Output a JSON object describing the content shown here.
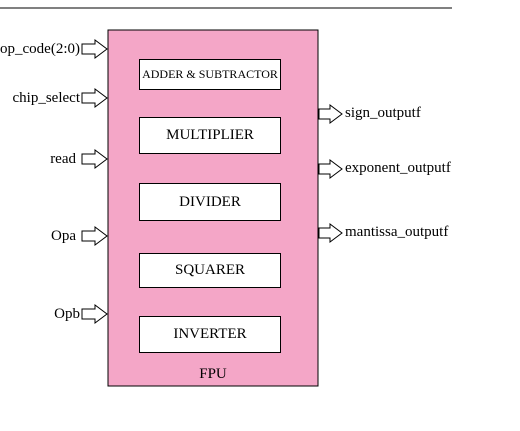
{
  "colors": {
    "fpu_fill": "#f4a6c7",
    "line": "#000000",
    "unit_fill": "#ffffff"
  },
  "inputs": [
    {
      "label": "op_code(2:0)"
    },
    {
      "label": "chip_select"
    },
    {
      "label": "read"
    },
    {
      "label": "Opa"
    },
    {
      "label": "Opb"
    }
  ],
  "units": [
    {
      "label": "ADDER & SUBTRACTOR"
    },
    {
      "label": "MULTIPLIER"
    },
    {
      "label": "DIVIDER"
    },
    {
      "label": "SQUARER"
    },
    {
      "label": "INVERTER"
    }
  ],
  "outputs": [
    {
      "label": "sign_outputf"
    },
    {
      "label": "exponent_outputf"
    },
    {
      "label": "mantissa_outputf"
    }
  ],
  "fpu": {
    "label": "FPU"
  }
}
